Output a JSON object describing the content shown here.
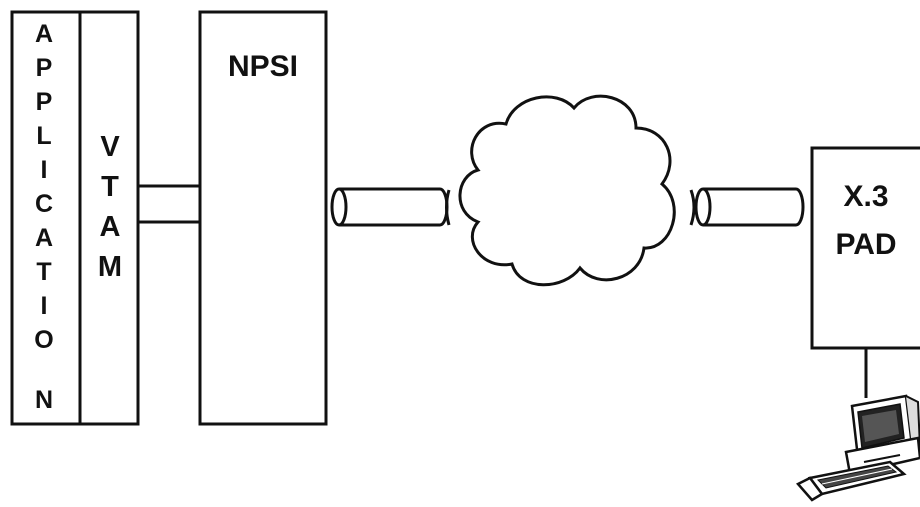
{
  "application": {
    "letters": [
      "A",
      "P",
      "P",
      "L",
      "I",
      "C",
      "A",
      "T",
      "I",
      "O",
      "N"
    ]
  },
  "vtam": {
    "letters": [
      "V",
      "T",
      "A",
      "M"
    ]
  },
  "npsi": {
    "label": "NPSI"
  },
  "pad": {
    "line1": "X.3",
    "line2": "PAD"
  },
  "network": {
    "icon": "cloud-icon"
  },
  "terminal": {
    "icon": "computer-terminal-icon"
  },
  "links": {
    "icon": "pipe-connector-icon"
  },
  "colors": {
    "ink": "#111111",
    "paper": "#ffffff"
  }
}
